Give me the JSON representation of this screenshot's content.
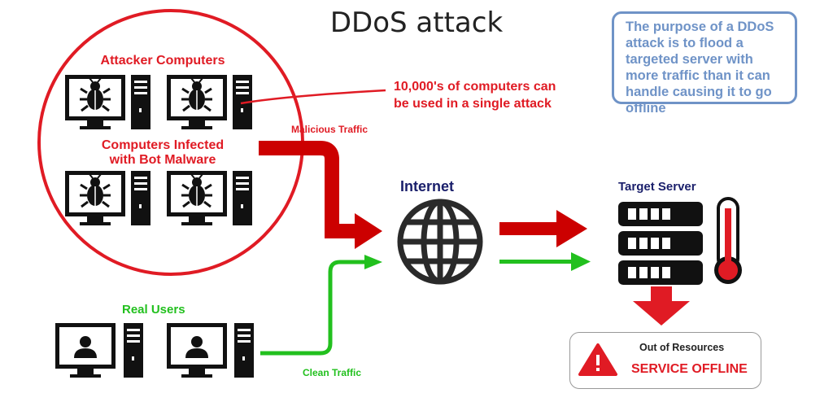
{
  "title": "DDoS attack",
  "note": "The purpose of a DDoS attack is to flood a targeted server with more traffic than it can handle causing it to go offline",
  "attackers": {
    "title": "Attacker Computers",
    "infected_title": "Computers Infected\nwith Bot Malware"
  },
  "attack_note": "10,000's of computers can\nbe used in a single attack",
  "malicious_label": "Malicious Traffic",
  "clean_label": "Clean Traffic",
  "real_users_label": "Real Users",
  "internet_label": "Internet",
  "target_label": "Target Server",
  "offline": {
    "resources": "Out of Resources",
    "status": "SERVICE OFFLINE"
  },
  "colors": {
    "malicious": "#cc0000",
    "clean": "#22c01e",
    "attacker_circle": "#e01b24",
    "note": "#6f93c7",
    "internet_label": "#1a1f6b",
    "offline_text": "#e01b24"
  },
  "icons": [
    "bug-icon",
    "monitor-icon",
    "tower-icon",
    "user-icon",
    "globe-icon",
    "server-icon",
    "thermometer-icon",
    "warning-icon",
    "down-arrow-icon"
  ]
}
